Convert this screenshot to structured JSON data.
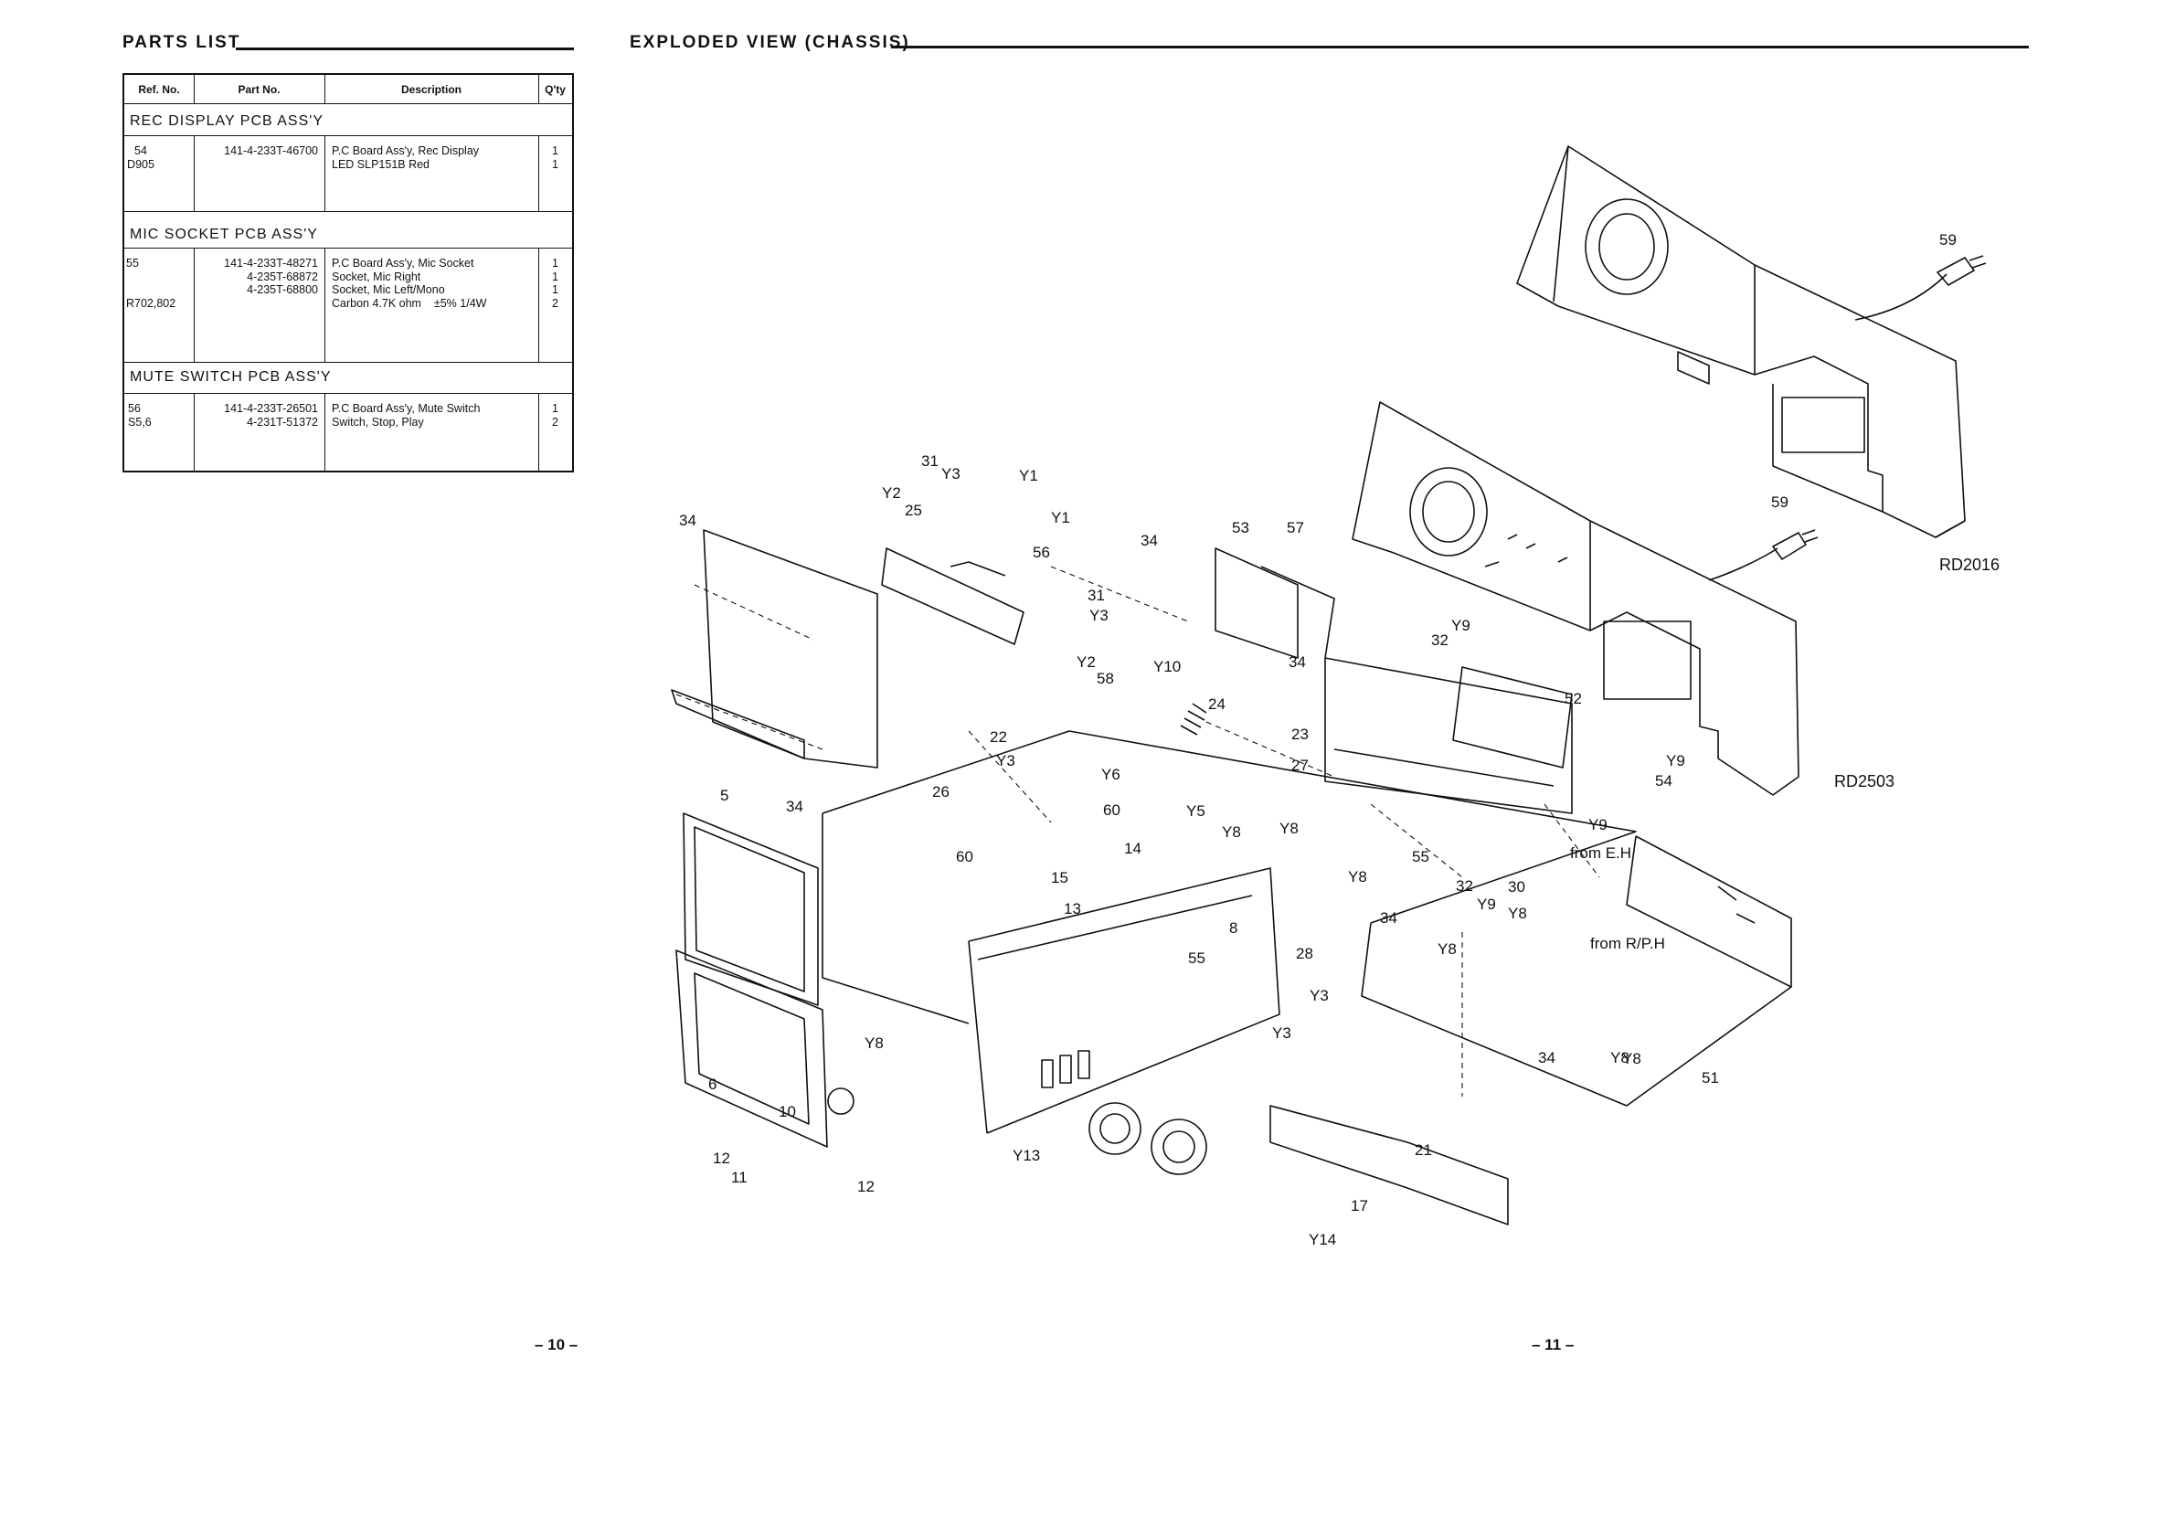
{
  "left_page": {
    "heading": "PARTS LIST",
    "page_number": "– 10 –",
    "table": {
      "columns": [
        "Ref. No.",
        "Part No.",
        "Description",
        "Q'ty"
      ],
      "sections": [
        {
          "title": "REC DISPLAY PCB ASS'Y",
          "refs": "54\nD905",
          "parts": "141-4-233T-46700",
          "descs": "P.C Board Ass'y, Rec Display\nLED SLP151B Red",
          "qtys": "1\n1"
        },
        {
          "title": "MIC SOCKET PCB ASS'Y",
          "refs": "55\n\n\nR702,802",
          "parts": "141-4-233T-48271\n4-235T-68872\n4-235T-68800",
          "descs": "P.C Board Ass'y, Mic Socket\nSocket, Mic Right\nSocket, Mic Left/Mono\nCarbon 4.7K ohm    ±5% 1/4W",
          "qtys": "1\n1\n1\n2"
        },
        {
          "title": "MUTE SWITCH PCB ASS'Y",
          "refs": "56\nS5,6",
          "parts": "141-4-233T-26501\n4-231T-51372",
          "descs": "P.C Board Ass'y, Mute Switch\nSwitch, Stop, Play",
          "qtys": "1\n2"
        }
      ]
    }
  },
  "right_page": {
    "heading": "EXPLODED VIEW (CHASSIS)",
    "page_number": "– 11 –",
    "model_codes": [
      "RD2016",
      "RD2503"
    ],
    "notes": [
      "from E.H",
      "from R/P.H"
    ],
    "callouts": [
      "59",
      "59",
      "31",
      "Y3",
      "Y1",
      "Y1",
      "Y2",
      "25",
      "34",
      "56",
      "31",
      "Y3",
      "Y2",
      "34",
      "53",
      "57",
      "Y10",
      "Y9",
      "32",
      "34",
      "52",
      "23",
      "27",
      "24",
      "58",
      "22",
      "Y3",
      "Y6",
      "Y9",
      "54",
      "26",
      "60",
      "60",
      "5",
      "34",
      "Y5",
      "14",
      "Y8",
      "Y8",
      "Y8",
      "15",
      "13",
      "55",
      "32",
      "Y9",
      "Y9",
      "30",
      "34",
      "Y8",
      "Y8",
      "8",
      "28",
      "55",
      "Y3",
      "Y3",
      "Y8",
      "Y8",
      "6",
      "10",
      "12",
      "11",
      "12",
      "Y13",
      "34",
      "Y8",
      "51",
      "21",
      "17",
      "Y14"
    ]
  }
}
